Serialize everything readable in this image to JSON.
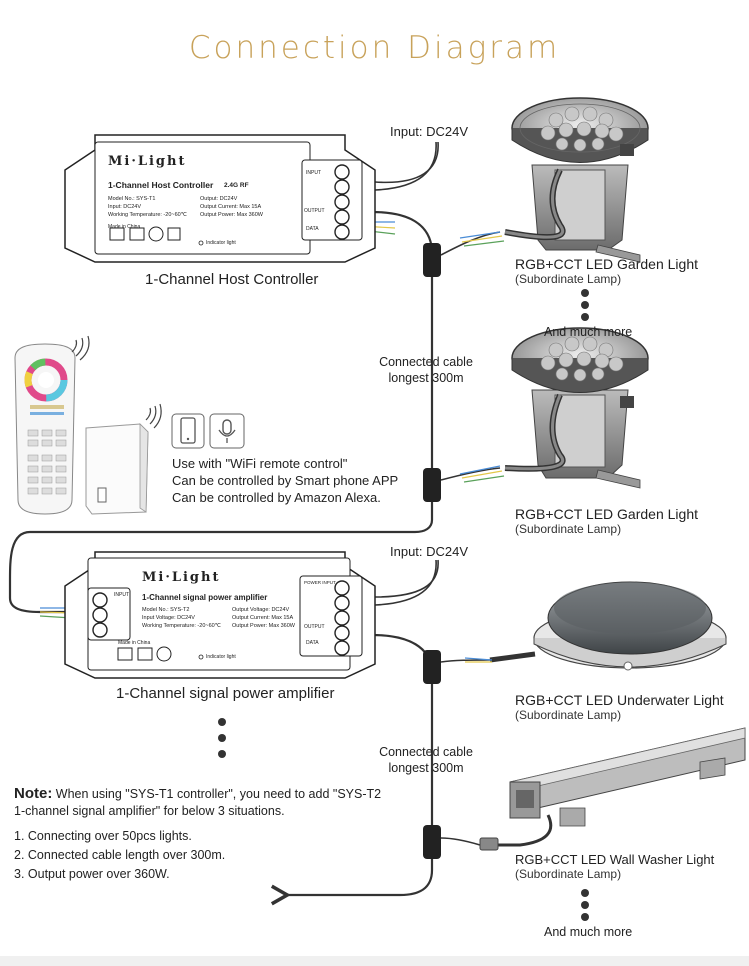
{
  "title": "Connection Diagram",
  "host": {
    "input_label": "Input: DC24V",
    "brand": "Mi·Light",
    "product": "1-Channel Host Controller",
    "rf": "2.4G RF",
    "model": "Model No.: SYS-T1",
    "input": "Input: DC24V",
    "temp": "Working Temperature: -20~60℃",
    "out_voltage": "Output: DC24V",
    "out_current": "Output Current: Max 15A",
    "out_power": "Output Power: Max 360W",
    "made": "Made in China",
    "indicator": "Indicator light",
    "caption": "1-Channel Host Controller",
    "term_input": "INPUT",
    "term_output": "OUTPUT",
    "term_data": "DATA"
  },
  "amp": {
    "input_label": "Input: DC24V",
    "brand": "Mi·Light",
    "product": "1-Channel signal power amplifier",
    "model": "Model No.: SYS-T2",
    "input": "Input Voltage: DC24V",
    "temp": "Working Temperature: -20~60℃",
    "out_voltage": "Output Voltage: DC24V",
    "out_current": "Output Current: Max 15A",
    "out_power": "Output Power: Max 360W",
    "made": "Made in China",
    "indicator": "Indicator light",
    "caption": "1-Channel signal power amplifier",
    "term_input": "INPUT",
    "term_power": "POWER INPUT",
    "term_output": "OUTPUT",
    "term_data": "DATA"
  },
  "cable1": {
    "line1": "Connected cable",
    "line2": "longest 300m"
  },
  "cable2": {
    "line1": "Connected cable",
    "line2": "longest 300m"
  },
  "wifi": {
    "line1": "Use with \"WiFi remote control\"",
    "line2": "Can be controlled by Smart phone APP",
    "line3": "Can be controlled by Amazon Alexa."
  },
  "lamps": [
    {
      "name": "RGB+CCT LED Garden Light",
      "sub": "(Subordinate Lamp)"
    },
    {
      "name": "RGB+CCT LED Garden Light",
      "sub": "(Subordinate Lamp)"
    },
    {
      "name": "RGB+CCT LED Underwater Light",
      "sub": "(Subordinate Lamp)"
    },
    {
      "name": "RGB+CCT LED Wall Washer Light",
      "sub": "(Subordinate Lamp)"
    }
  ],
  "more1": "And much more",
  "more2": "And much more",
  "note": {
    "title": "Note:",
    "line1": " When using \"SYS-T1 controller\", you need to add \"SYS-T2",
    "line2": "1-channel signal amplifier\" for below 3 situations.",
    "items": [
      "1. Connecting over 50pcs lights.",
      "2. Connected cable length over 300m.",
      "3. Output power over 360W."
    ]
  },
  "colors": {
    "title": "#c8a25a",
    "wire": "#333333",
    "device": "#ffffff",
    "device_border": "#222222"
  }
}
